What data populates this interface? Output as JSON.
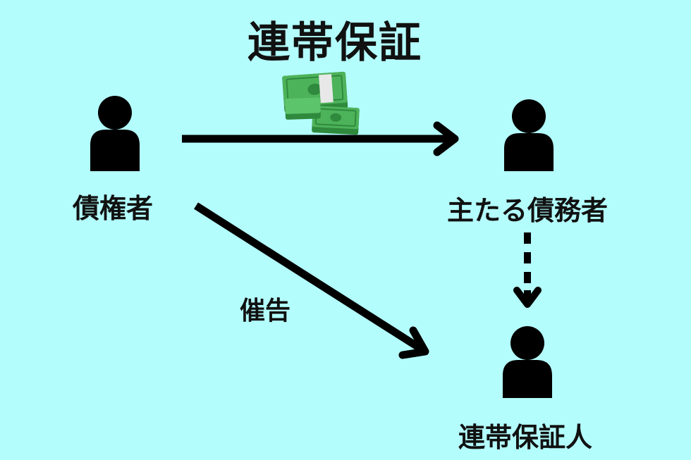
{
  "title": "連帯保証",
  "nodes": {
    "creditor": "債権者",
    "principal_debtor": "主たる債務者",
    "joint_guarantor": "連帯保証人"
  },
  "edges": {
    "demand_label": "催告"
  },
  "icons": {
    "person": "person-icon",
    "money": "cash-stack-icon"
  },
  "colors": {
    "background": "#b4fdfd",
    "foreground": "#000000",
    "money_green": "#3fa34d"
  }
}
